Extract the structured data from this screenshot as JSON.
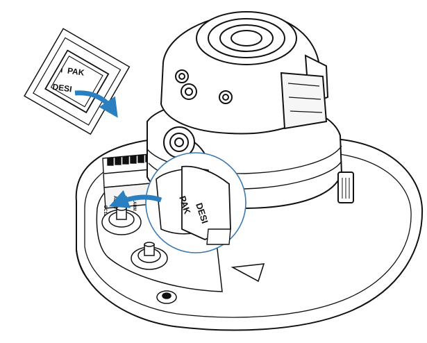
{
  "labels": {
    "inset_line1": "PAK",
    "inset_line1_prefix": "ı",
    "inset_line2": "DESI",
    "zoom_line1": "PAK",
    "zoom_line2": "DESI"
  },
  "board_markings": [
    "DC12V",
    "AC24V",
    "RS485",
    "ALARM"
  ],
  "colors": {
    "line": "#111111",
    "arrow": "#2a7fc0",
    "zoom_circle": "#3a78b0",
    "fill": "#ffffff",
    "shade": "#dcdcdc"
  }
}
